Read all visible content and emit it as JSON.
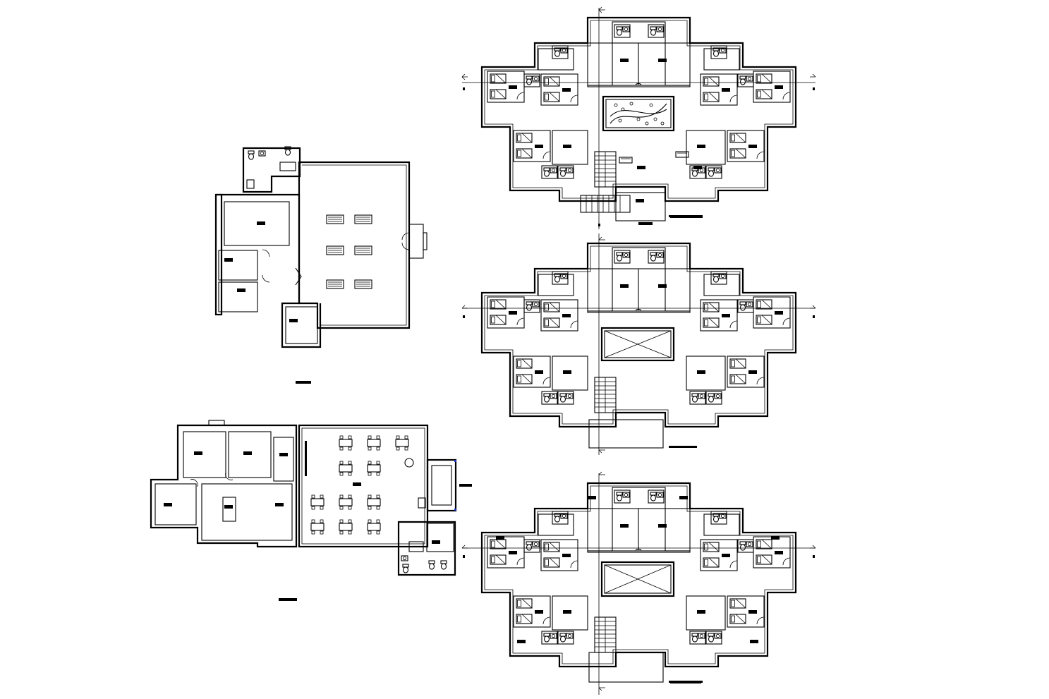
{
  "sheet": {
    "background": "#ffffff",
    "line_color": "#000000",
    "accent_marker": "#1a33cc"
  },
  "drawings": [
    {
      "id": "hall-plan",
      "kind": "floor-plan"
    },
    {
      "id": "dining-plan",
      "kind": "floor-plan"
    },
    {
      "id": "ground-floor-plan",
      "kind": "floor-plan"
    },
    {
      "id": "typical-floor-plan",
      "kind": "floor-plan"
    },
    {
      "id": "upper-floor-plan",
      "kind": "floor-plan"
    }
  ],
  "icons": [
    "section-arrow-icon",
    "door-swing-icon",
    "stair-icon",
    "furniture-icon",
    "toilet-icon",
    "bed-icon"
  ]
}
